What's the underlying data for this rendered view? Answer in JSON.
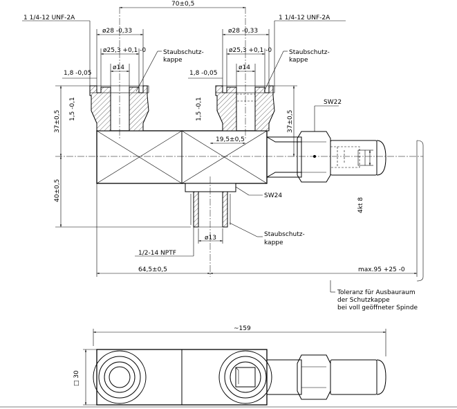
{
  "dims": {
    "spacing": "70±0,5",
    "thread_left": "1 1/4-12 UNF-2A",
    "thread_right": "1 1/4-12 UNF-2A",
    "dia28_l": "ø28 -0,33",
    "dia28_r": "ø28 -0,33",
    "dia25_l": "ø25,3 +0,1 -0",
    "dia25_r": "ø25,3 +0,1 -0",
    "dia14_l": "ø14",
    "dia14_r": "ø14",
    "d18_l": "1,8 -0,05",
    "d18_r": "1,8 -0,05",
    "d15_l": "1,5 -0,1",
    "d15_r": "1,5 -0,1",
    "h37_l": "37±0,5",
    "h37_r": "37±0,5",
    "h40": "40±0,5",
    "d195": "19,5±0,5",
    "sw22": "SW22",
    "sw24": "SW24",
    "k4kt8": "4kt 8",
    "dia13": "ø13",
    "npt": "1/2-14 NPTF",
    "l645": "64,5±0,5",
    "lmax": "max.95 +25 -0",
    "length159": "~159",
    "sq30": "□ 30"
  },
  "labels": {
    "cap_l1": "Staubschutz-",
    "cap_l2": "kappe",
    "cap_r1": "Staubschutz-",
    "cap_r2": "kappe",
    "cap_b1": "Staubschutz-",
    "cap_b2": "kappe",
    "note1": "Toleranz für Ausbauraum",
    "note2": "der Schutzkappe",
    "note3": "bei voll geöffneter Spinde"
  }
}
